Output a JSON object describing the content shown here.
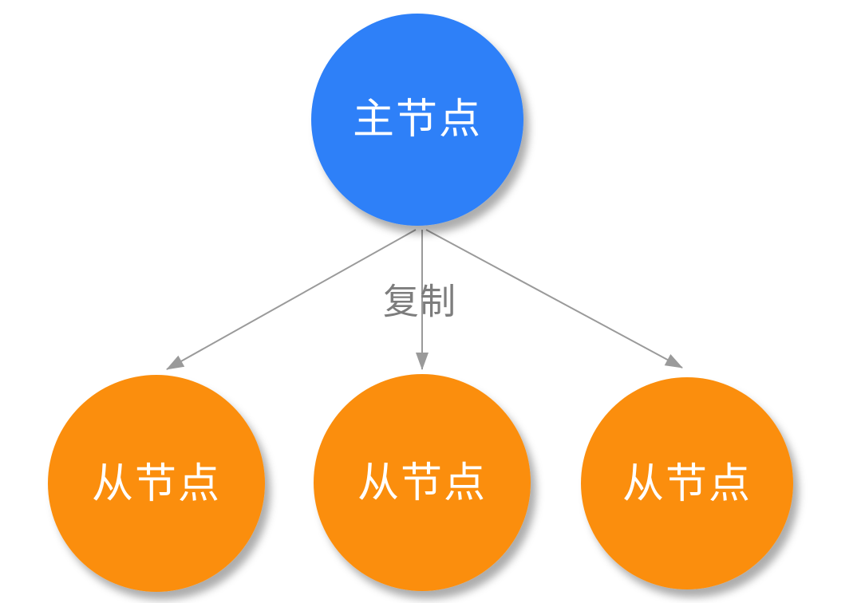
{
  "nodes": {
    "master": {
      "label": "主节点",
      "fill": "#2e80f8",
      "text_color": "#ffffff"
    },
    "slaves": [
      {
        "label": "从节点",
        "fill": "#fb8e0e",
        "text_color": "#ffffff"
      },
      {
        "label": "从节点",
        "fill": "#fb8e0e",
        "text_color": "#ffffff"
      },
      {
        "label": "从节点",
        "fill": "#fb8e0e",
        "text_color": "#ffffff"
      }
    ]
  },
  "edges": {
    "label": "复制",
    "color": "#9a9a9a",
    "label_color": "#7d7d7d"
  }
}
